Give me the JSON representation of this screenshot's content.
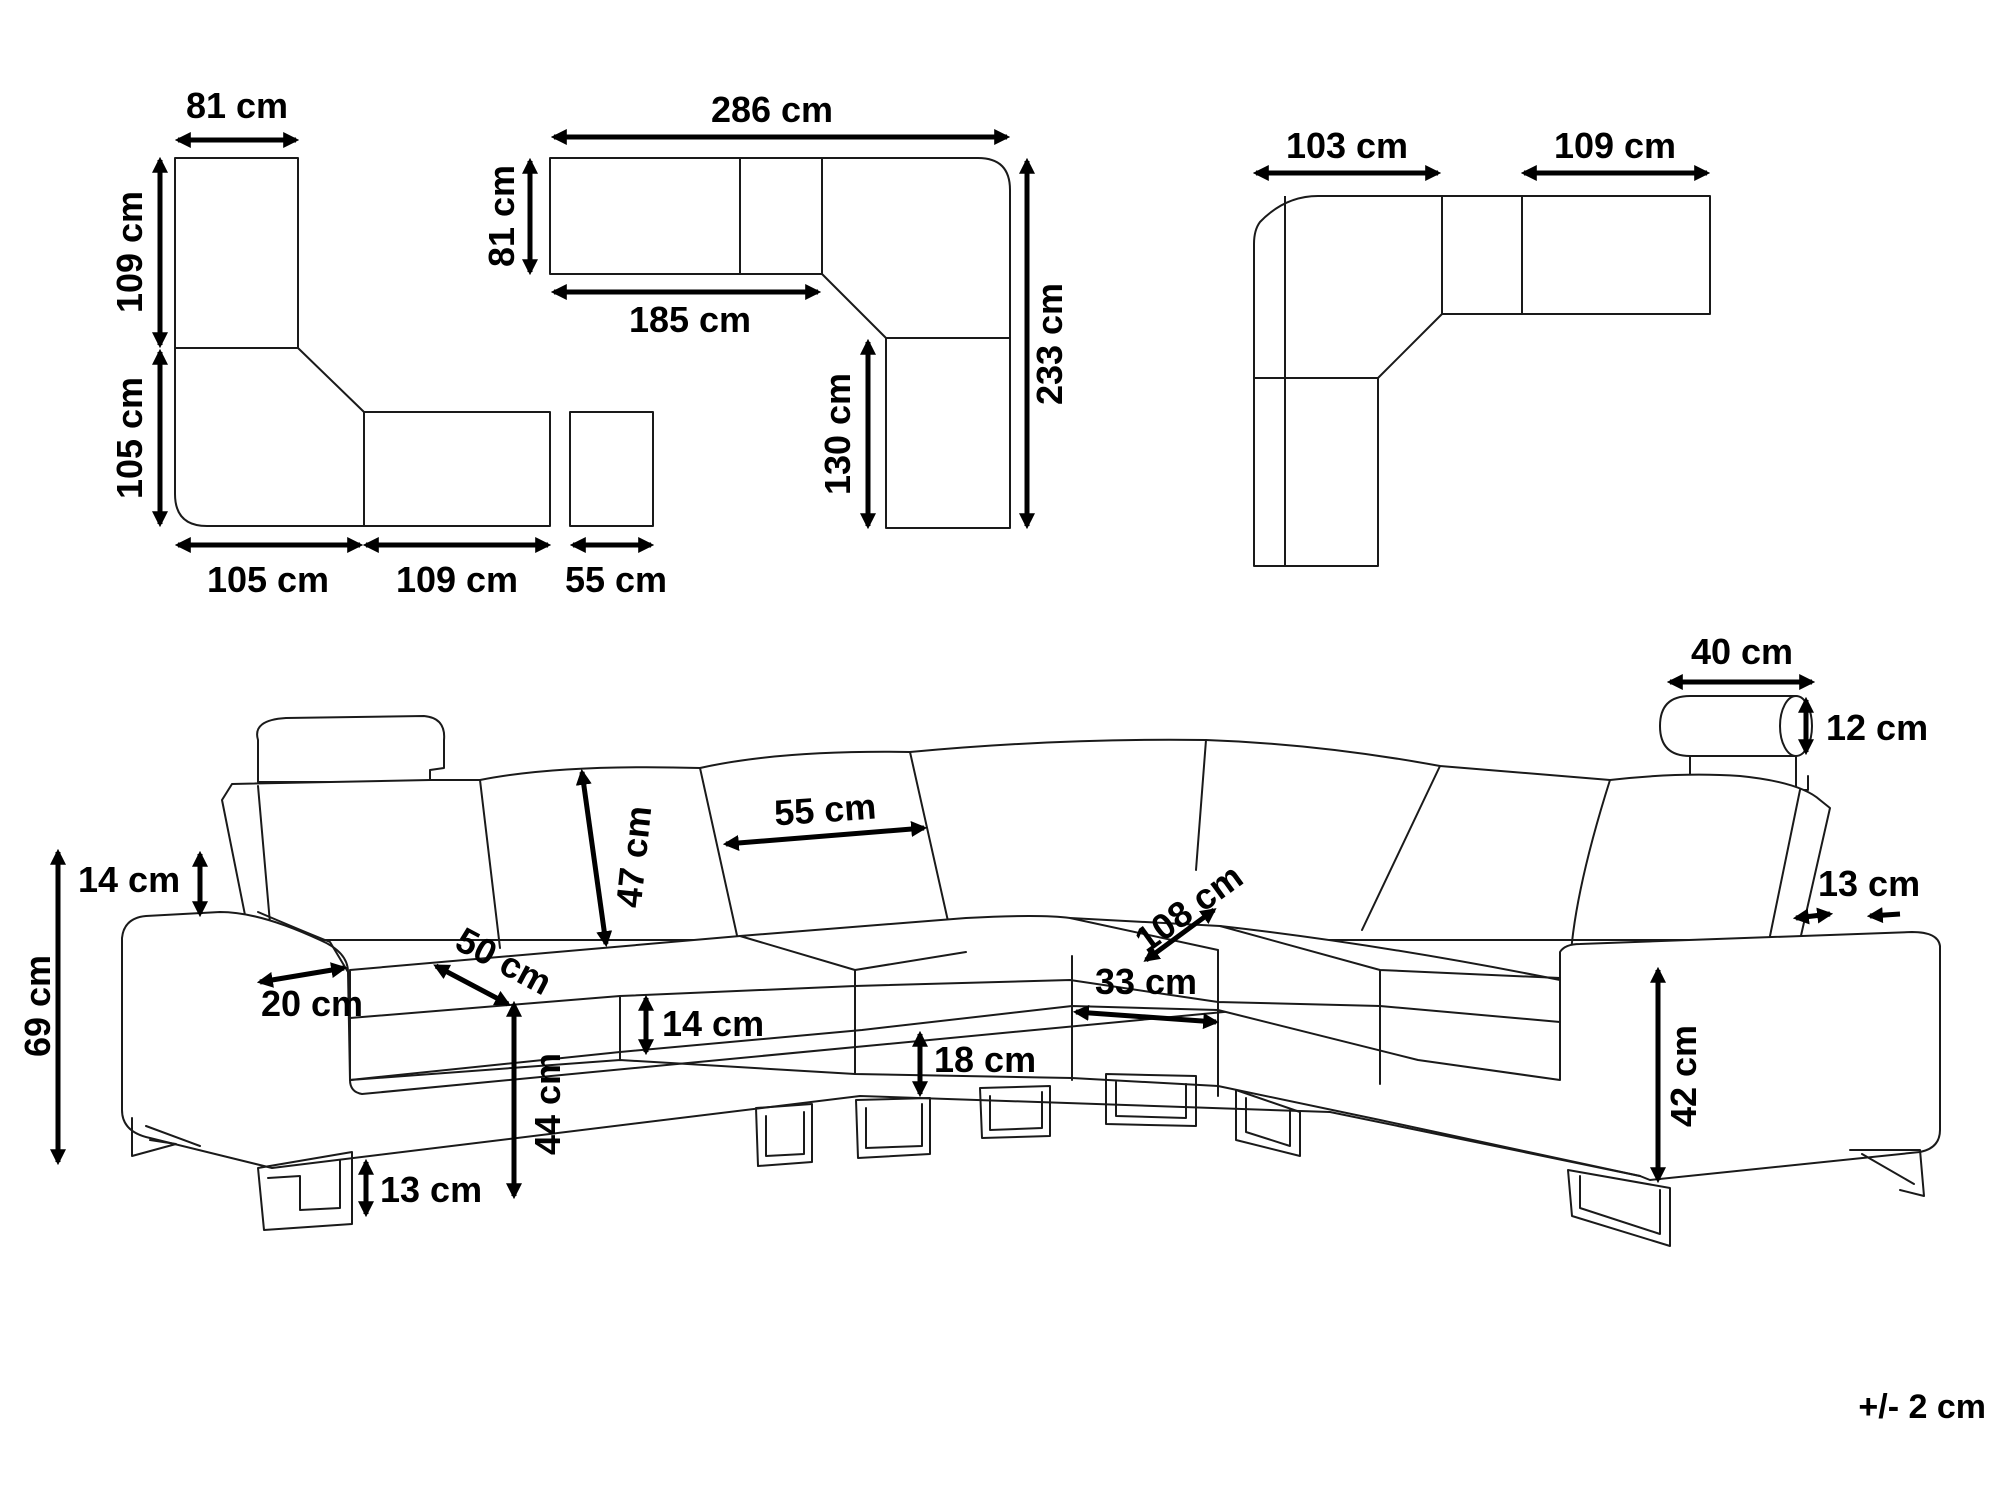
{
  "colors": {
    "line": "#1a1a1a",
    "arrow": "#000000",
    "background": "#ffffff"
  },
  "labels": {
    "module_81_w": "81 cm",
    "module_109_h": "109 cm",
    "module_105_h": "105 cm",
    "module_105_w": "105 cm",
    "module_109_w": "109 cm",
    "ottoman_55_w": "55 cm",
    "total_286_w": "286 cm",
    "depth_81_h": "81 cm",
    "left_185_w": "185 cm",
    "right_130_h": "130 cm",
    "total_233_h": "233 cm",
    "mirror_103_w": "103 cm",
    "mirror_109_w": "109 cm",
    "headrest_40_w": "40 cm",
    "headrest_12_h": "12 cm",
    "armrest_14_h": "14 cm",
    "total_69_h": "69 cm",
    "armrest_20_w": "20 cm",
    "seat_50_d": "50 cm",
    "back_47_h": "47 cm",
    "back_55_w": "55 cm",
    "cushion_14_h": "14 cm",
    "seat_44_h": "44 cm",
    "leg_13_h": "13 cm",
    "base_18_h": "18 cm",
    "corner_33_w": "33 cm",
    "corner_108_d": "108 cm",
    "arm_13_w": "13 cm",
    "arm_42_h": "42 cm",
    "tolerance": "+/- 2 cm"
  }
}
